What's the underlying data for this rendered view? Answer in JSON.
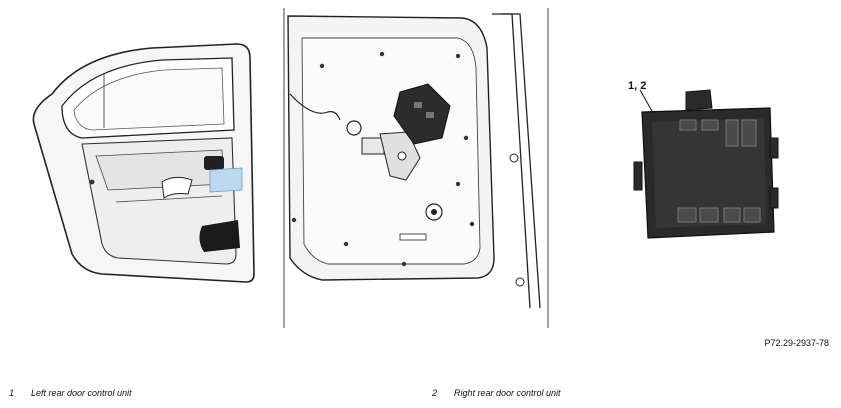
{
  "diagram": {
    "callout": "1, 2",
    "figure_id": "P72.29-2937-78",
    "legend": [
      {
        "number": "1",
        "label": "Left rear door control unit"
      },
      {
        "number": "2",
        "label": "Right rear door control unit"
      }
    ]
  }
}
